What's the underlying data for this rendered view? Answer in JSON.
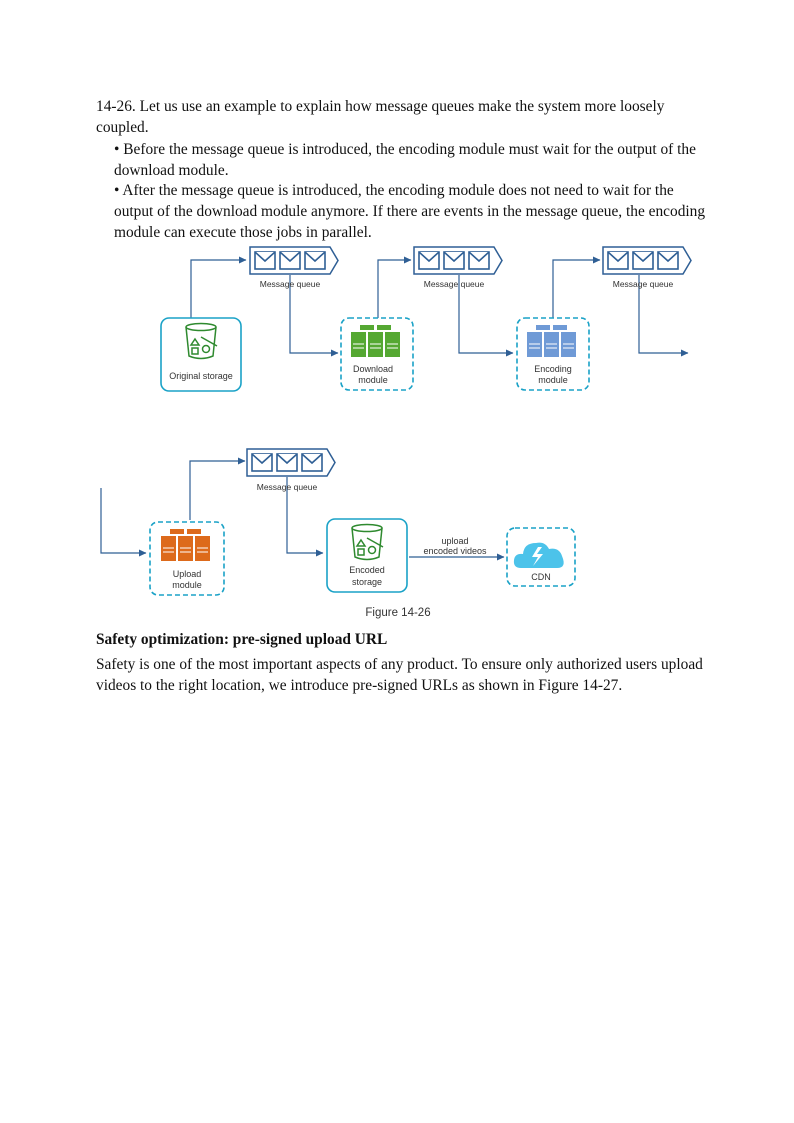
{
  "intro": "14-26. Let us use an example to explain how message queues make the system more loosely coupled.",
  "bullets": [
    "• Before the message queue is introduced, the encoding module must wait for the output of the download module.",
    "• After the message queue is introduced, the encoding module does not need to wait for the output of the download module anymore. If there are events in the message queue, the encoding module can execute those jobs in parallel."
  ],
  "figure": {
    "queue_label": "Message queue",
    "original_storage": "Original storage",
    "download_module": [
      "Download",
      "module"
    ],
    "encoding_module": [
      "Encoding",
      "module"
    ],
    "upload_module": [
      "Upload",
      "module"
    ],
    "encoded_storage": [
      "Encoded",
      "storage"
    ],
    "edge_label": [
      "upload",
      "encoded videos"
    ],
    "cdn": "CDN",
    "caption": "Figure 14-26"
  },
  "heading": "Safety optimization: pre-signed upload URL",
  "safety_text": "Safety is one of the most important aspects of any product. To ensure only authorized users upload videos to the right location, we introduce pre-signed URLs as shown in Figure 14-27.",
  "colors": {
    "arrow": "#2f5f95",
    "storage": "#1aa2c7",
    "bucket": "#2f8a2f",
    "download": "#55a832",
    "encoding": "#6f9ad6",
    "upload": "#dd6a1b",
    "cdn": "#4cc3ea"
  }
}
